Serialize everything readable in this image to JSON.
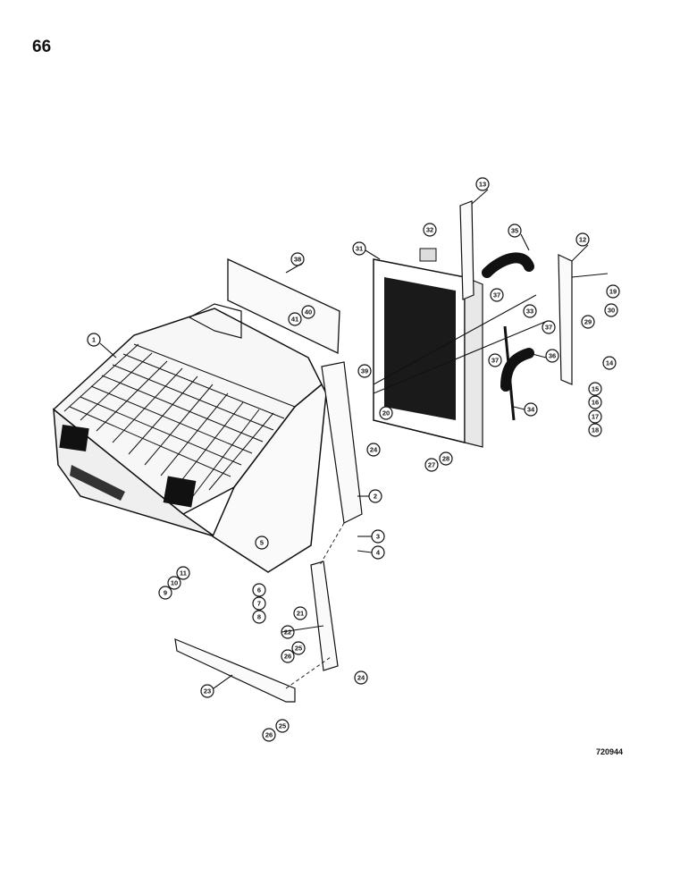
{
  "page_number": "66",
  "drawing_code": "720944",
  "callouts": [
    "1",
    "2",
    "3",
    "4",
    "5",
    "6",
    "7",
    "8",
    "9",
    "10",
    "11",
    "12",
    "13",
    "14",
    "15",
    "16",
    "17",
    "18",
    "19",
    "20",
    "21",
    "22",
    "23",
    "24",
    "24",
    "25",
    "25",
    "26",
    "26",
    "27",
    "28",
    "29",
    "30",
    "31",
    "32",
    "33",
    "34",
    "35",
    "36",
    "37",
    "37",
    "37",
    "38",
    "39",
    "40",
    "41"
  ]
}
